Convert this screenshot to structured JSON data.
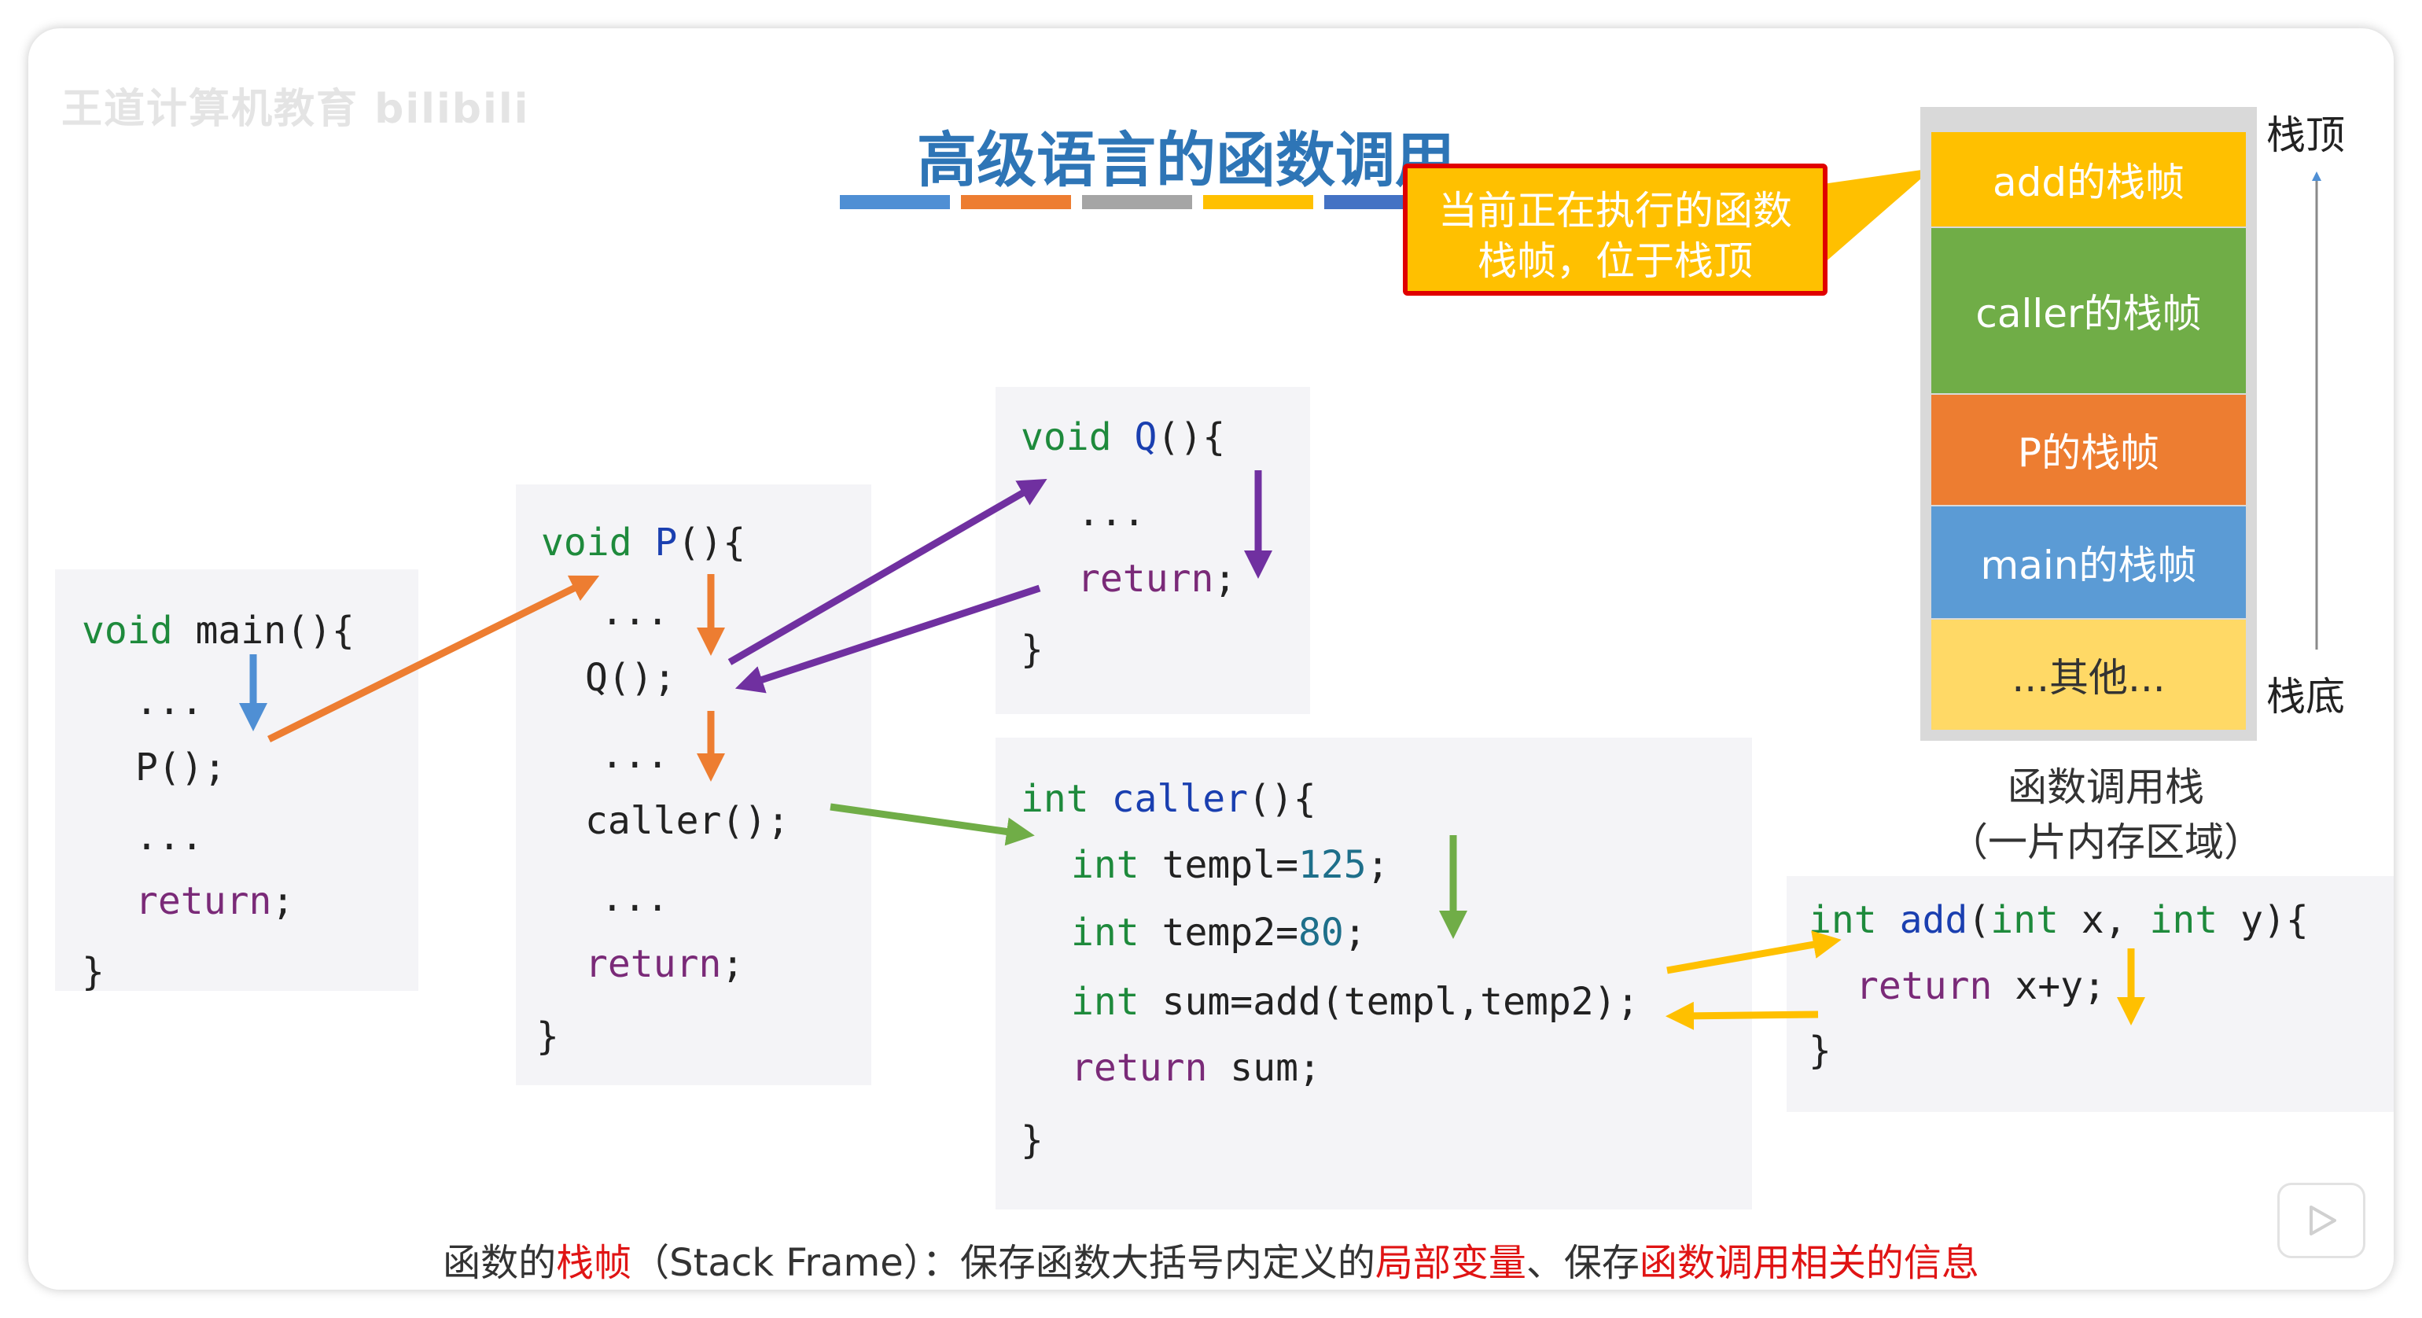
{
  "watermark": "王道计算机教育 bilibili",
  "title": "高级语言的函数调用",
  "title_underline_colors": [
    "#4f8fd4",
    "#ed7d31",
    "#a5a5a5",
    "#ffc000",
    "#4472c4"
  ],
  "callout": {
    "line1": "当前正在执行的函数",
    "line2": "栈帧，位于栈顶"
  },
  "code": {
    "main": {
      "line1": [
        "void",
        " main(){"
      ],
      "line2": "...",
      "line3": "P();",
      "line4": "...",
      "line5": [
        "return",
        ";"
      ],
      "line6": "}"
    },
    "P": {
      "line1": [
        "void",
        " P",
        "(){"
      ],
      "line2": "...",
      "line3": "Q();",
      "line4": "...",
      "line5": "caller();",
      "line6": "...",
      "line7": [
        "return",
        ";"
      ],
      "line8": "}"
    },
    "Q": {
      "line1": [
        "void",
        " Q",
        "(){"
      ],
      "line2": "...",
      "line3": [
        "return",
        ";"
      ],
      "line4": "}"
    },
    "caller": {
      "line1": [
        "int",
        " caller",
        "(){"
      ],
      "line2": [
        "int",
        " templ=",
        "125",
        ";"
      ],
      "line3": [
        "int",
        " temp2=",
        "80",
        ";"
      ],
      "line4": [
        "int",
        " sum=add(templ,temp2);"
      ],
      "line5": [
        "return",
        " sum;"
      ],
      "line6": "}"
    },
    "add": {
      "line1": [
        "int",
        " add",
        "(",
        "int",
        " x, ",
        "int",
        " y){"
      ],
      "line2": [
        "return",
        " x+y;"
      ],
      "line3": "}"
    }
  },
  "stack": {
    "top_label": "栈顶",
    "bottom_label": "栈底",
    "frames": [
      {
        "label": "add的栈帧",
        "color": "#ffc000"
      },
      {
        "label": "caller的栈帧",
        "color": "#70ad47"
      },
      {
        "label": "P的栈帧",
        "color": "#ed7d31"
      },
      {
        "label": "main的栈帧",
        "color": "#5b9bd5"
      },
      {
        "label": "...其他...",
        "color": "#ffd966"
      }
    ],
    "caption_line1": "函数调用栈",
    "caption_line2": "（一片内存区域）"
  },
  "bottom_note": {
    "part1": "函数的",
    "part2": "栈帧",
    "part3": "（Stack Frame）：保存函数大括号内定义的",
    "part4": "局部变量",
    "part5": "、保存",
    "part6": "函数调用相关的信息"
  },
  "colors": {
    "blue_arrow": "#4f8fd4",
    "orange_arrow": "#ed7d31",
    "purple_arrow": "#7030a0",
    "green_arrow": "#70ad47",
    "yellow_arrow": "#ffc000"
  }
}
